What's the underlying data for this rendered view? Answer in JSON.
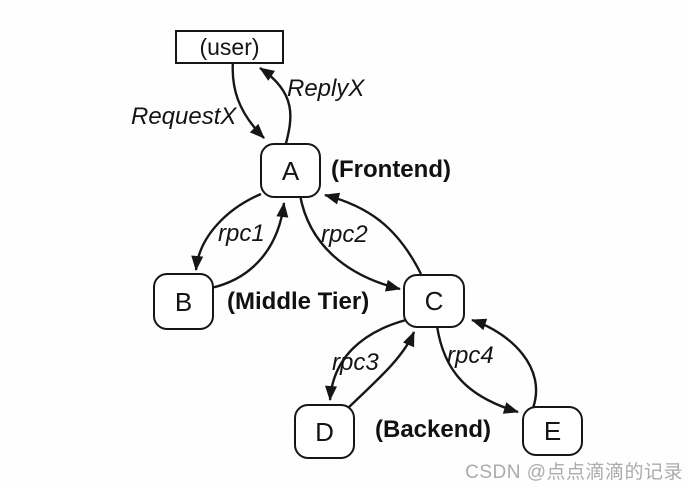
{
  "diagram": {
    "nodes": {
      "user": {
        "label": "(user)",
        "shape": "rectangle"
      },
      "a": {
        "label": "A",
        "tier": "(Frontend)"
      },
      "b": {
        "label": "B",
        "tier": "(Middle Tier)"
      },
      "c": {
        "label": "C",
        "tier": "(Middle Tier)"
      },
      "d": {
        "label": "D",
        "tier": "(Backend)"
      },
      "e": {
        "label": "E",
        "tier": "(Backend)"
      }
    },
    "tiers": {
      "frontend": "(Frontend)",
      "middle": "(Middle Tier)",
      "backend": "(Backend)"
    },
    "edges": [
      {
        "from": "user",
        "to": "A",
        "label": "RequestX"
      },
      {
        "from": "A",
        "to": "user",
        "label": "ReplyX"
      },
      {
        "from": "A",
        "to": "B",
        "label": "rpc1"
      },
      {
        "from": "B",
        "to": "A",
        "label": ""
      },
      {
        "from": "A",
        "to": "C",
        "label": "rpc2"
      },
      {
        "from": "C",
        "to": "A",
        "label": ""
      },
      {
        "from": "C",
        "to": "D",
        "label": "rpc3"
      },
      {
        "from": "D",
        "to": "C",
        "label": ""
      },
      {
        "from": "C",
        "to": "E",
        "label": "rpc4"
      },
      {
        "from": "E",
        "to": "C",
        "label": ""
      }
    ],
    "colors": {
      "stroke": "#161616",
      "background": "#fefefe",
      "node_fill": "#ffffff",
      "watermark": "#ababab"
    }
  },
  "watermark": {
    "text": "CSDN @点点滴滴的记录"
  }
}
